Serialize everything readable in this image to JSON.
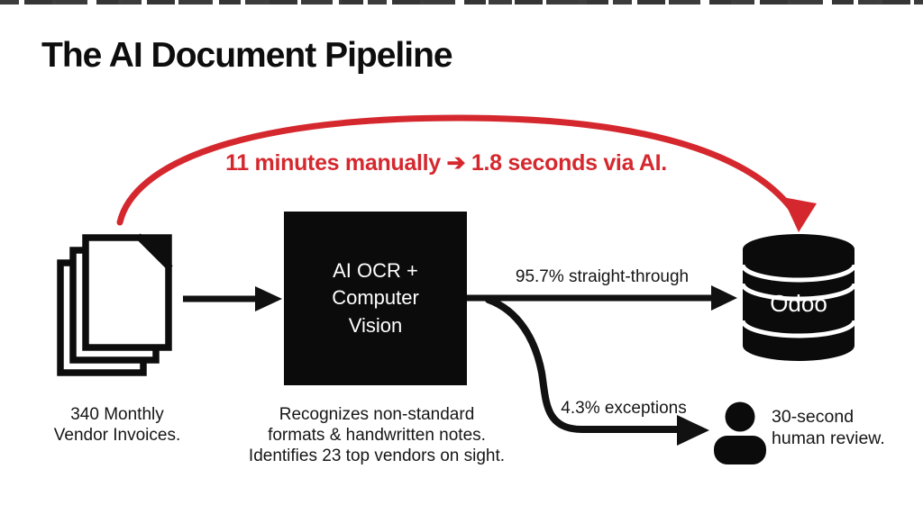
{
  "title": "The AI Document Pipeline",
  "colors": {
    "background": "#ffffff",
    "ink": "#111111",
    "accent_red": "#d5282e"
  },
  "banner": {
    "label": "11 minutes manually ➔ 1.8 seconds via AI."
  },
  "source": {
    "icon": "document-stack-icon",
    "label": "340 Monthly\nVendor Invoices."
  },
  "processor": {
    "label": "AI OCR +\nComputer\nVision",
    "caption": "Recognizes non-standard\nformats & handwritten notes.\nIdentifies 23 top vendors on sight."
  },
  "flows": {
    "straight_through": {
      "label": "95.7% straight-through"
    },
    "exceptions": {
      "label": "4.3% exceptions"
    }
  },
  "destination": {
    "icon": "database-icon",
    "label": "Odoo"
  },
  "review": {
    "icon": "person-icon",
    "label": "30-second\nhuman review."
  }
}
